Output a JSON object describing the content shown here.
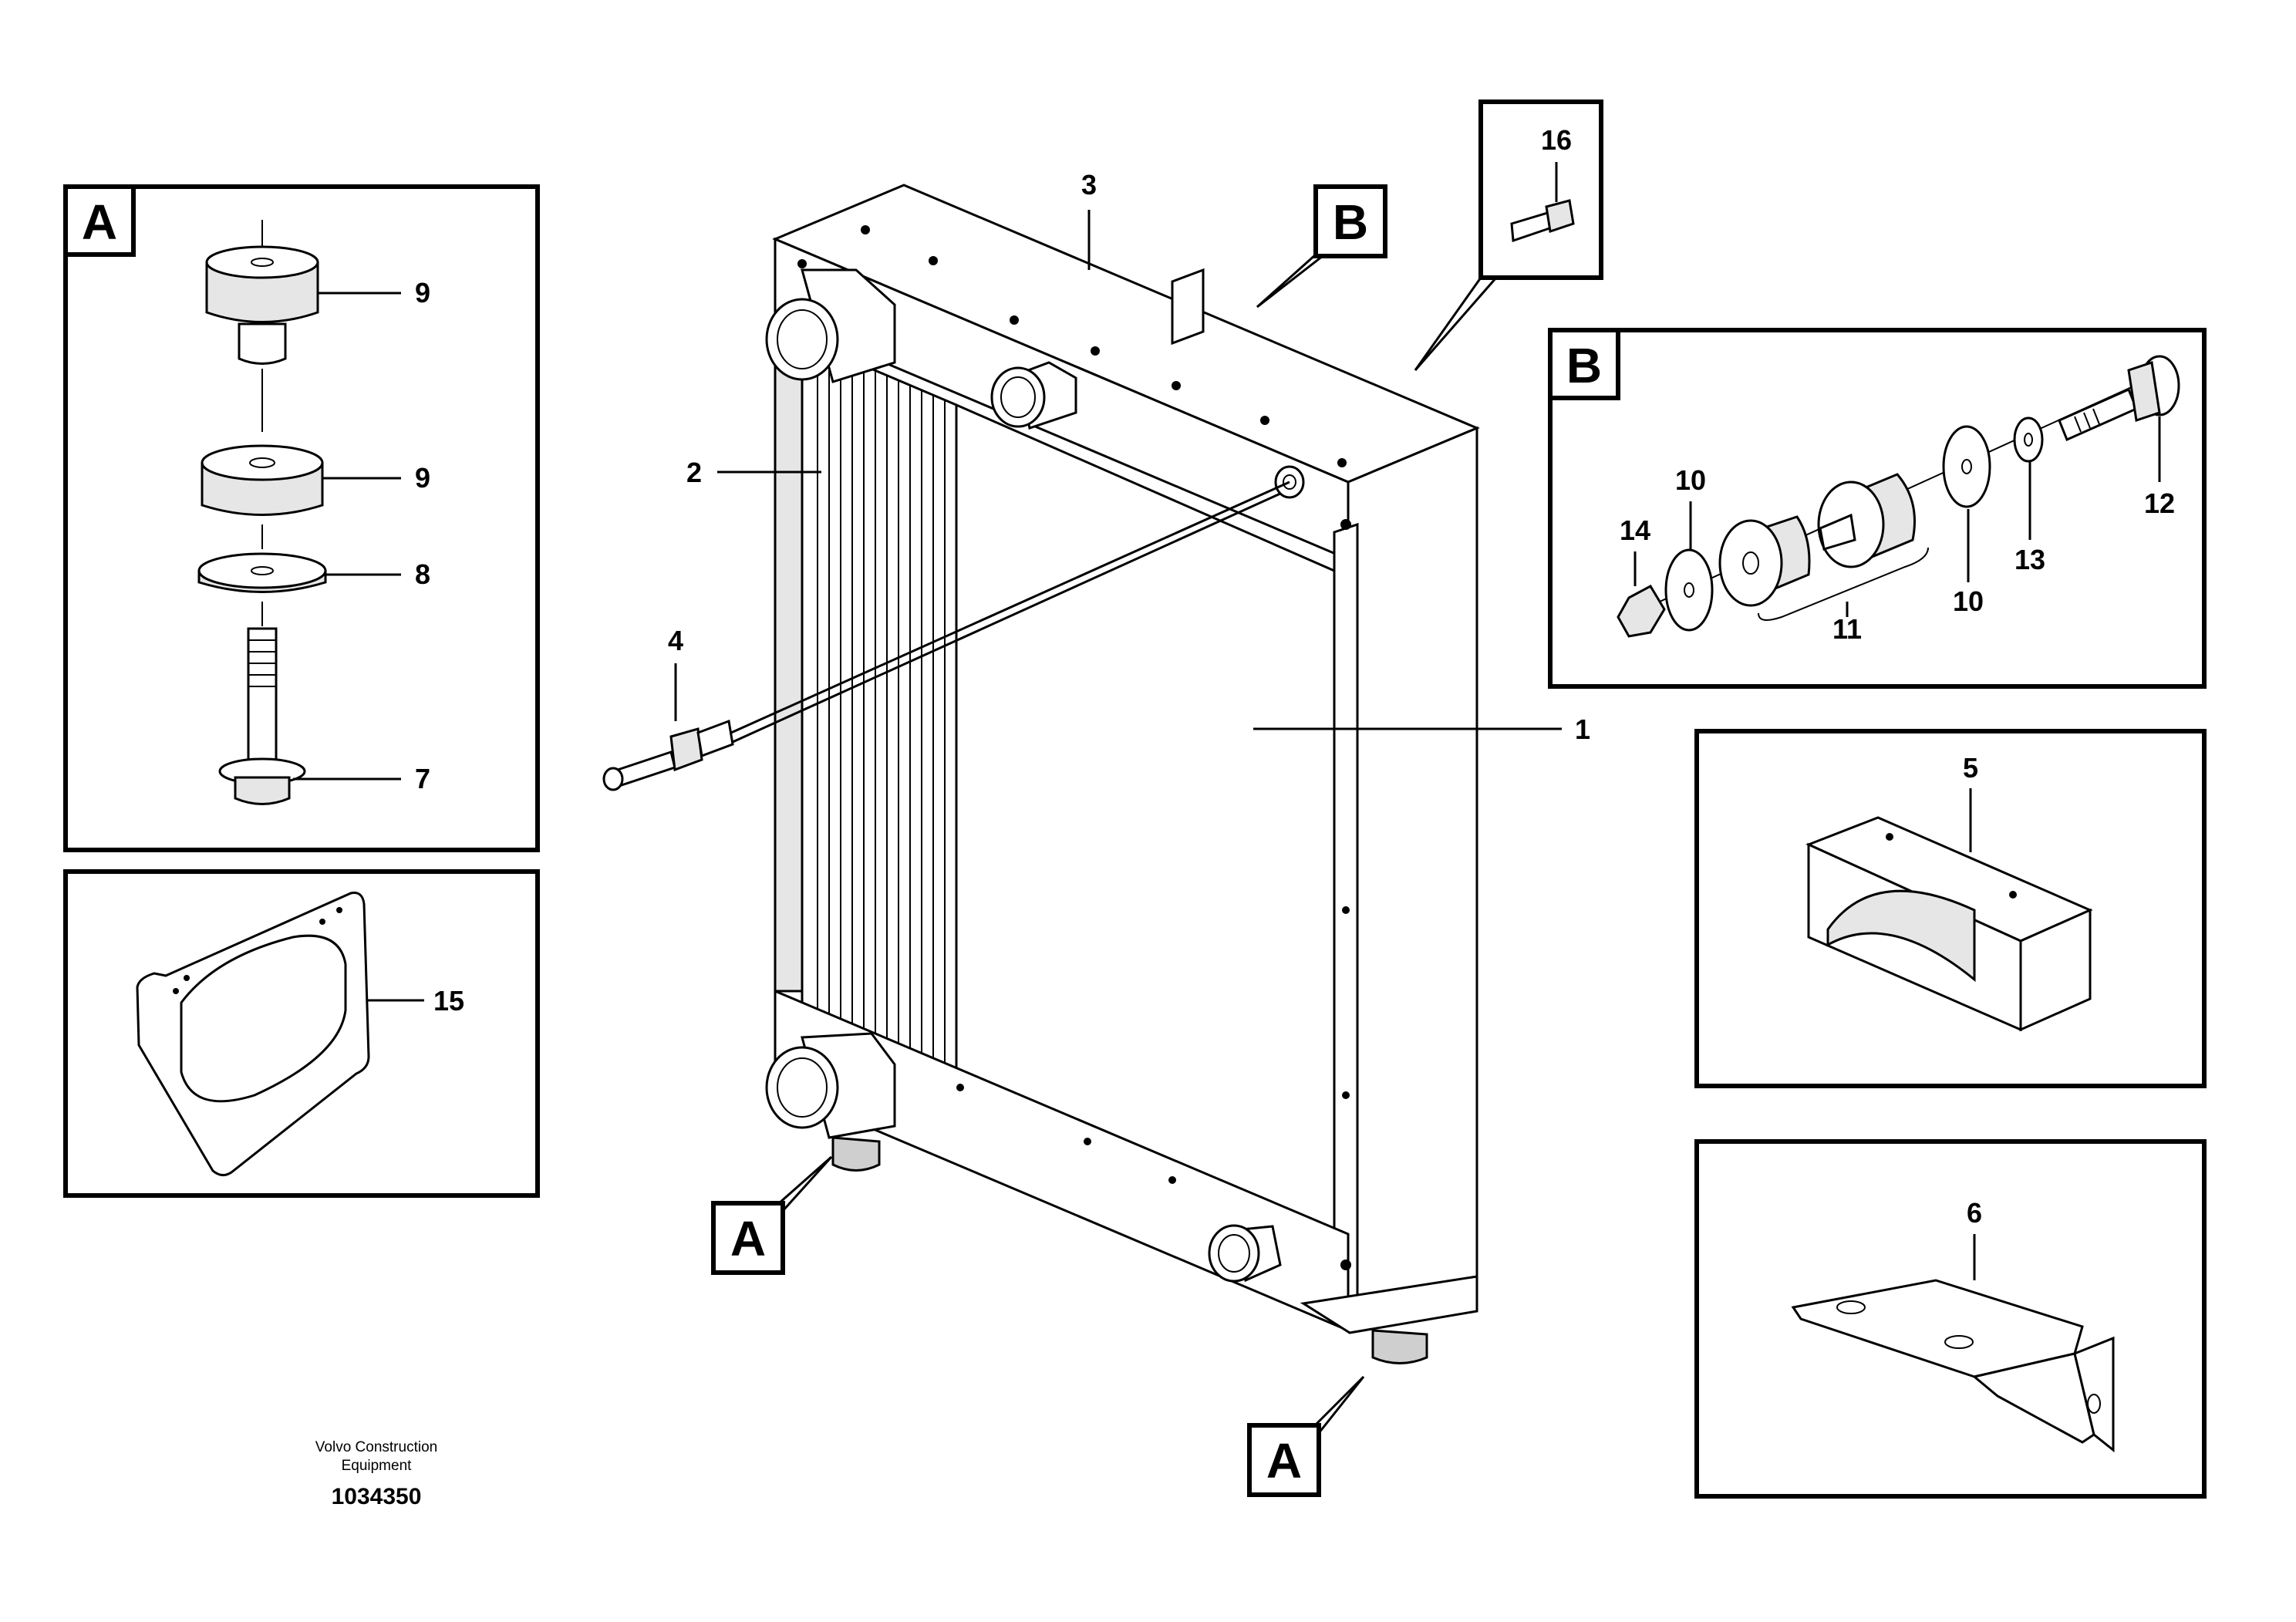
{
  "callouts": {
    "c1": "1",
    "c2": "2",
    "c3": "3",
    "c4": "4",
    "c5": "5",
    "c6": "6",
    "c7": "7",
    "c8": "8",
    "c9a": "9",
    "c9b": "9",
    "c10a": "10",
    "c10b": "10",
    "c11": "11",
    "c12": "12",
    "c13": "13",
    "c14": "14",
    "c15": "15",
    "c16": "16"
  },
  "view_tags": {
    "panel_a": "A",
    "panel_b": "B",
    "pointer_b": "B",
    "pointer_a_left": "A",
    "pointer_a_right": "A"
  },
  "footer": {
    "credit_line1": "Volvo Construction",
    "credit_line2": "Equipment",
    "document_number": "1034350"
  }
}
